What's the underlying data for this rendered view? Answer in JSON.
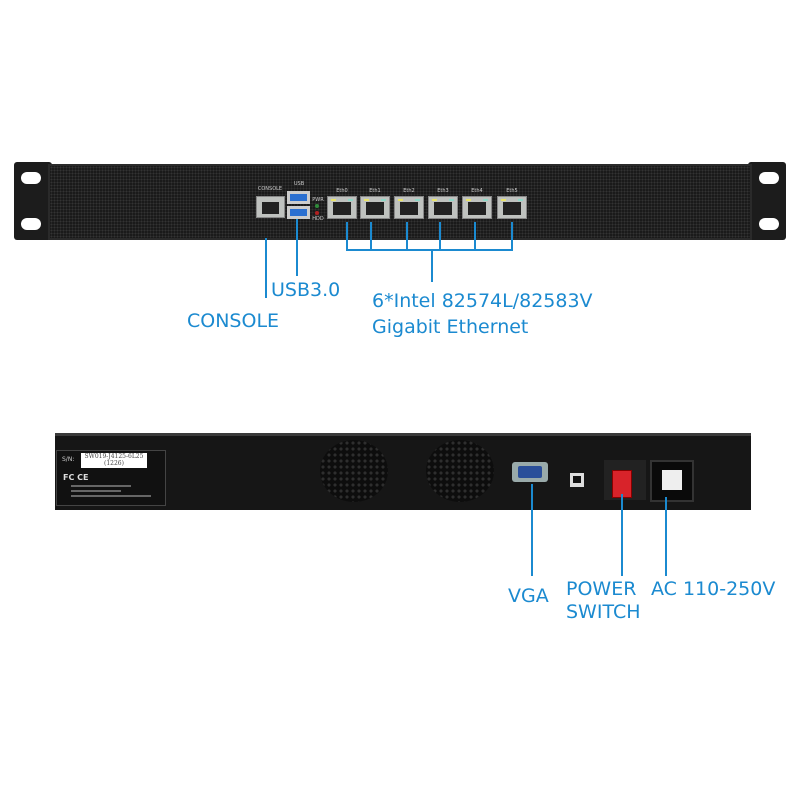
{
  "front_panel": {
    "port_labels": {
      "console": "CONSOLE",
      "usb": "USB",
      "eth": [
        "Eth0",
        "Eth1",
        "Eth2",
        "Eth3",
        "Eth4",
        "Eth5"
      ],
      "pwr": "PWR",
      "hdd": "HDD"
    }
  },
  "rear_panel": {
    "sticker": {
      "sn_label": "S/N:",
      "serial": "SW019-J4125-6L25",
      "serial_sub": "(1226)",
      "certs": "FC  CE"
    }
  },
  "callouts": {
    "usb": "USB3.0",
    "console": "CONSOLE",
    "ethernet_line1": "6*Intel 82574L/82583V",
    "ethernet_line2": "Gigabit Ethernet",
    "vga": "VGA",
    "power_line1": "POWER",
    "power_line2": "SWITCH",
    "ac": "AC 110-250V"
  },
  "colors": {
    "callout": "#1b8ad0",
    "chassis": "#1a1a1a",
    "switch": "#d8232a"
  }
}
